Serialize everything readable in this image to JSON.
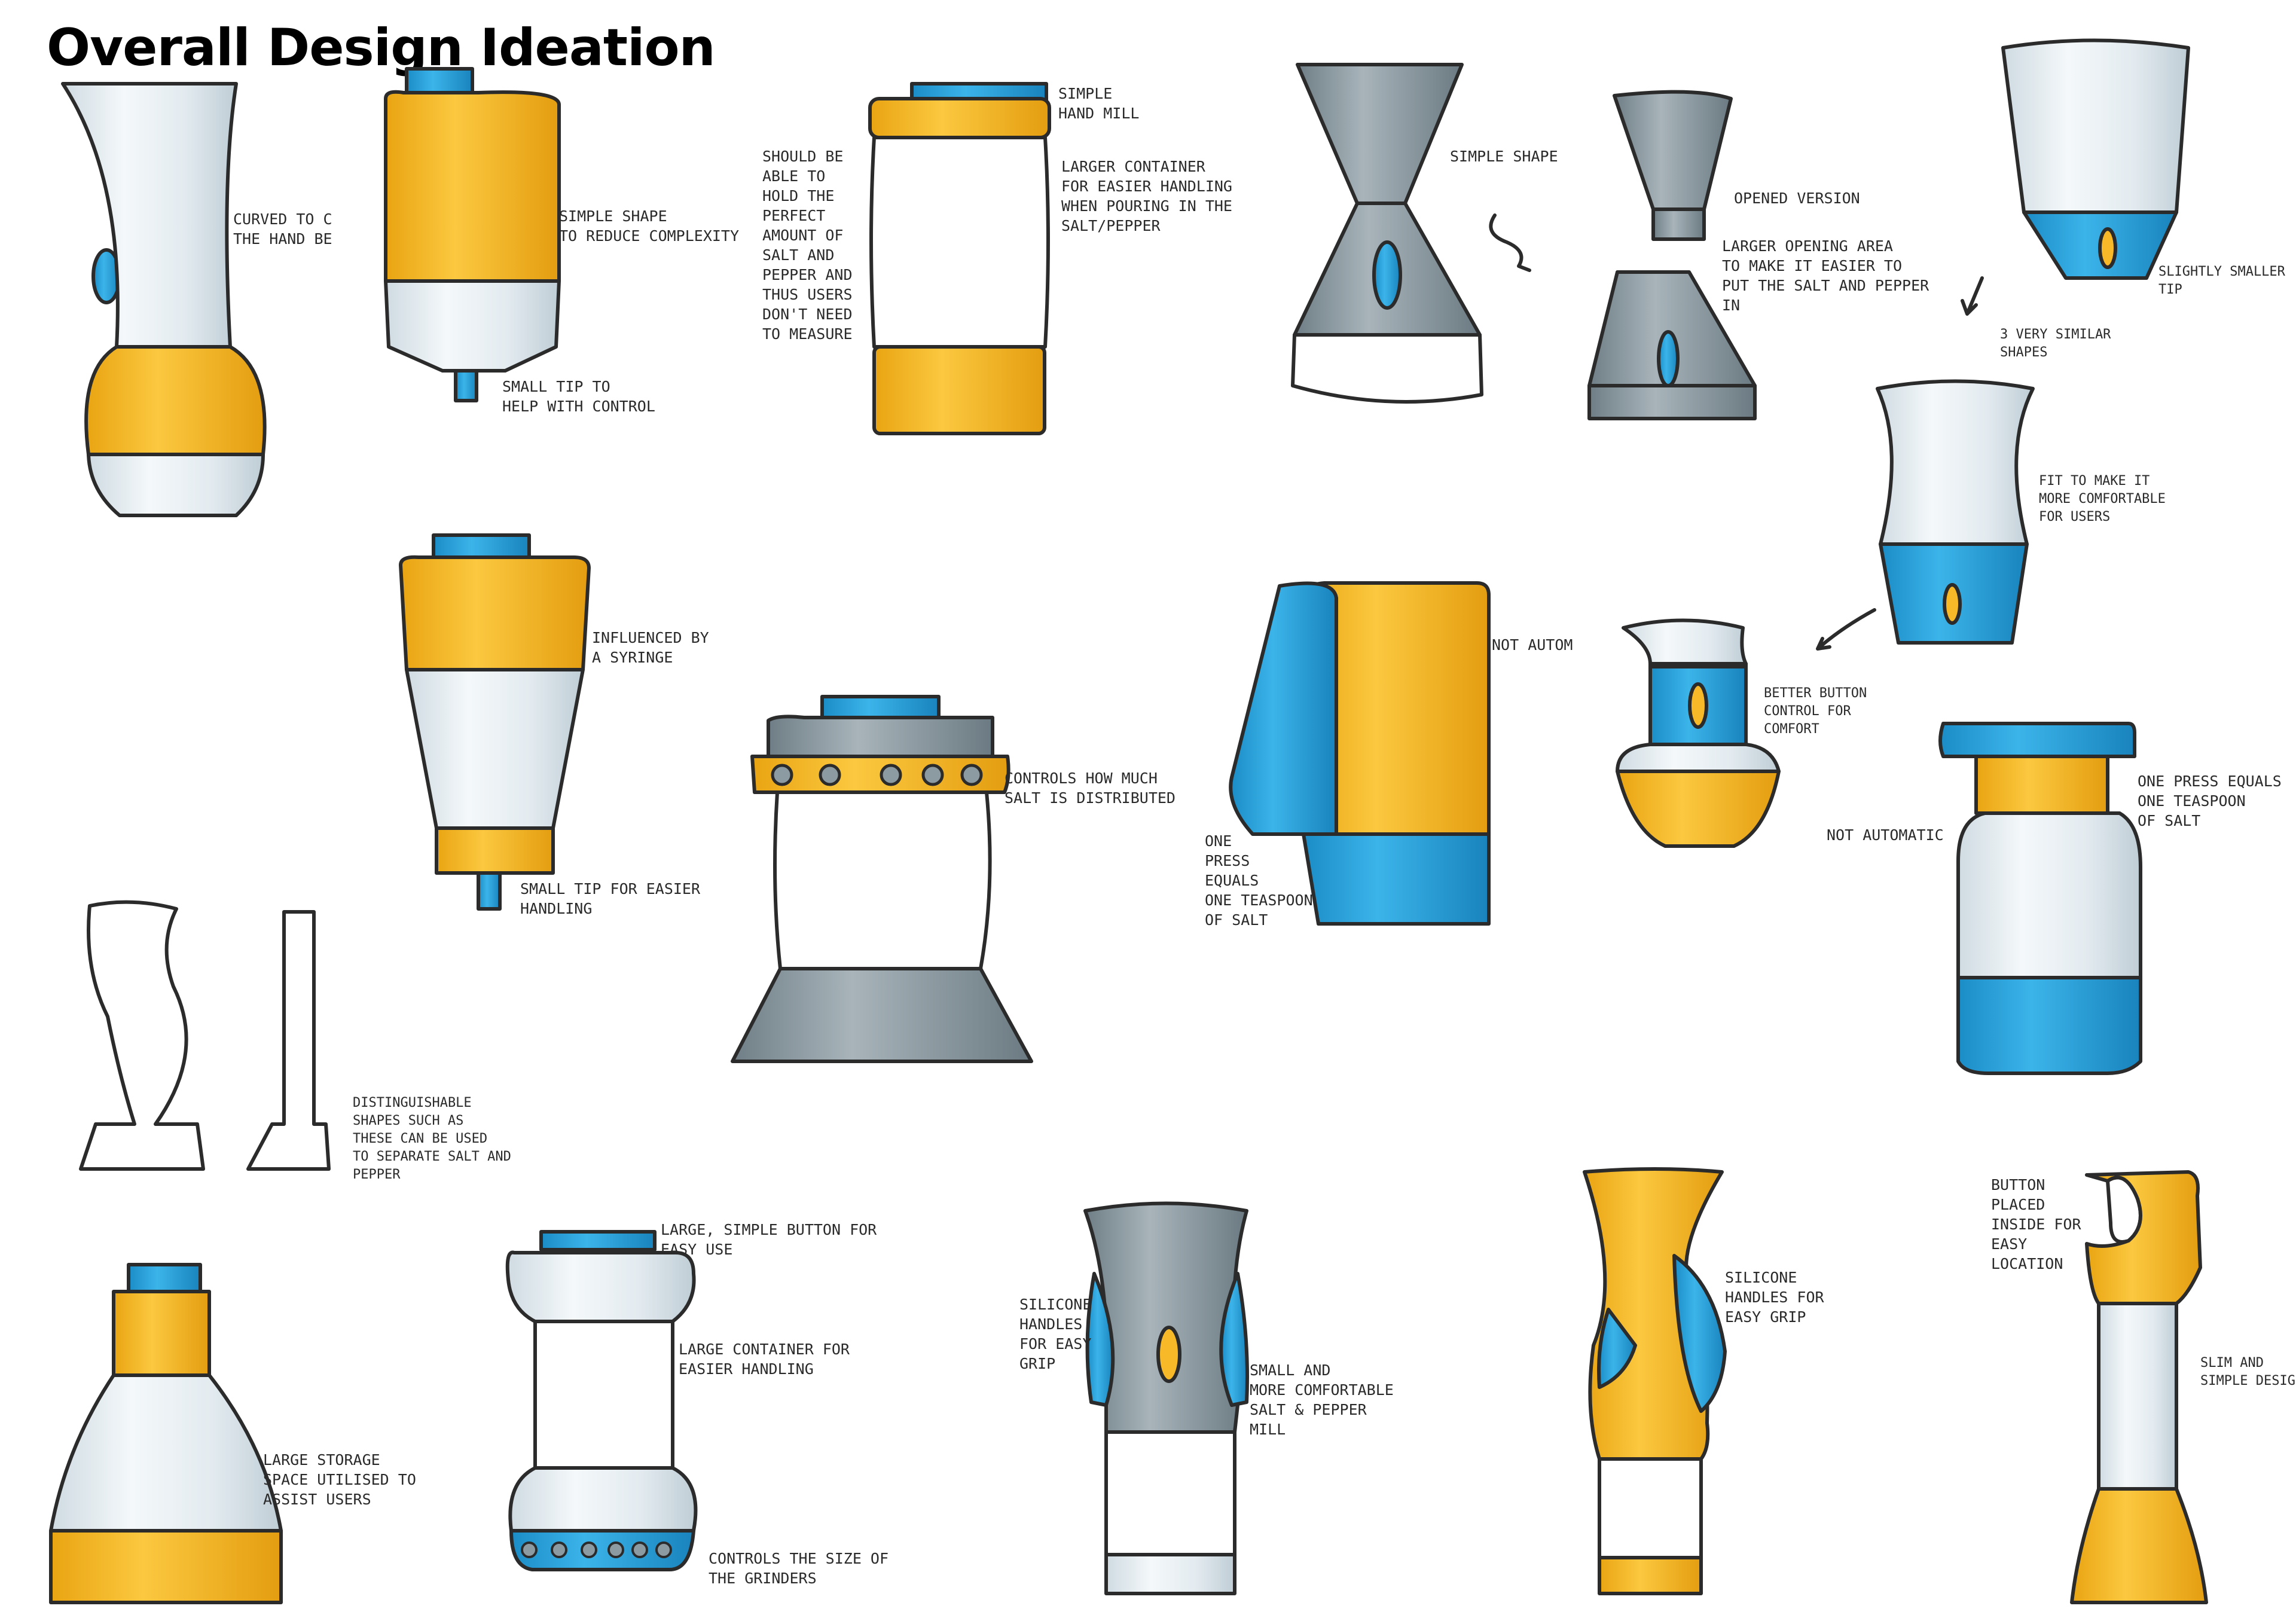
{
  "title": "Overall Design Ideation",
  "colors": {
    "yellow": "#F7B928",
    "blue": "#2BA3DC",
    "grey": "#8C9AA1",
    "clear": "#E6EEF2",
    "outline": "#2B2B2B"
  },
  "notes": {
    "curved_hand": "CURVED TO C\nTHE HAND BE",
    "simple_shape_complexity": "SIMPLE SHAPE\nTO REDUCE COMPLEXITY",
    "small_tip_control": "SMALL TIP TO\nHELP WITH CONTROL",
    "should_be_able": "SHOULD BE\nABLE TO\nHOLD THE\nPERFECT\nAMOUNT OF\nSALT AND\nPEPPER AND\nTHUS USERS\nDON'T NEED\nTO MEASURE",
    "simple_hand_mill": "SIMPLE\nHAND MILL",
    "larger_container": "LARGER CONTAINER\nFOR EASIER HANDLING\nWHEN POURING IN THE\nSALT/PEPPER",
    "simple_shape": "SIMPLE SHAPE",
    "opened_version": "OPENED VERSION",
    "larger_opening": "LARGER OPENING AREA\nTO MAKE IT EASIER TO\nPUT THE SALT AND PEPPER\nIN",
    "slightly_smaller_tip": "SLIGHTLY SMALLER\nTIP",
    "three_similar": "3 VERY SIMILAR\nSHAPES",
    "fit_comfortable": "FIT TO MAKE IT\nMORE COMFORTABLE\nFOR USERS",
    "influenced_syringe": "INFLUENCED BY\nA SYRINGE",
    "small_tip_easier": "SMALL TIP FOR EASIER\nHANDLING",
    "controls_how_much": "CONTROLS HOW MUCH\nSALT IS DISTRIBUTED",
    "not_autom": "NOT AUTOM",
    "one_press_left": "ONE\nPRESS\nEQUALS\nONE TEASPOON\nOF SALT",
    "better_button": "BETTER BUTTON\nCONTROL FOR\nCOMFORT",
    "one_press_right": "ONE PRESS EQUALS\nONE TEASPOON\nOF SALT",
    "not_automatic": "NOT AUTOMATIC",
    "distinguishable": "DISTINGUISHABLE\nSHAPES SUCH AS\nTHESE CAN BE USED\nTO SEPARATE SALT AND\nPEPPER",
    "large_storage": "LARGE STORAGE\nSPACE UTILISED TO\nASSIST USERS",
    "large_simple_button": "LARGE, SIMPLE BUTTON FOR\nEASY USE",
    "large_container_handling": "LARGE CONTAINER FOR\nEASIER HANDLING",
    "controls_grinders": "CONTROLS THE SIZE OF\nTHE GRINDERS",
    "silicone_left": "SILICONE\nHANDLES\nFOR EASY\nGRIP",
    "small_comfortable": "SMALL AND\nMORE COMFORTABLE\nSALT & PEPPER\nMILL",
    "silicone_right": "SILICONE\nHANDLES FOR\nEASY GRIP",
    "button_placed": "BUTTON\nPLACED\nINSIDE FOR\nEASY\nLOCATION",
    "slim_simple": "SLIM AND\nSIMPLE DESIGN"
  }
}
